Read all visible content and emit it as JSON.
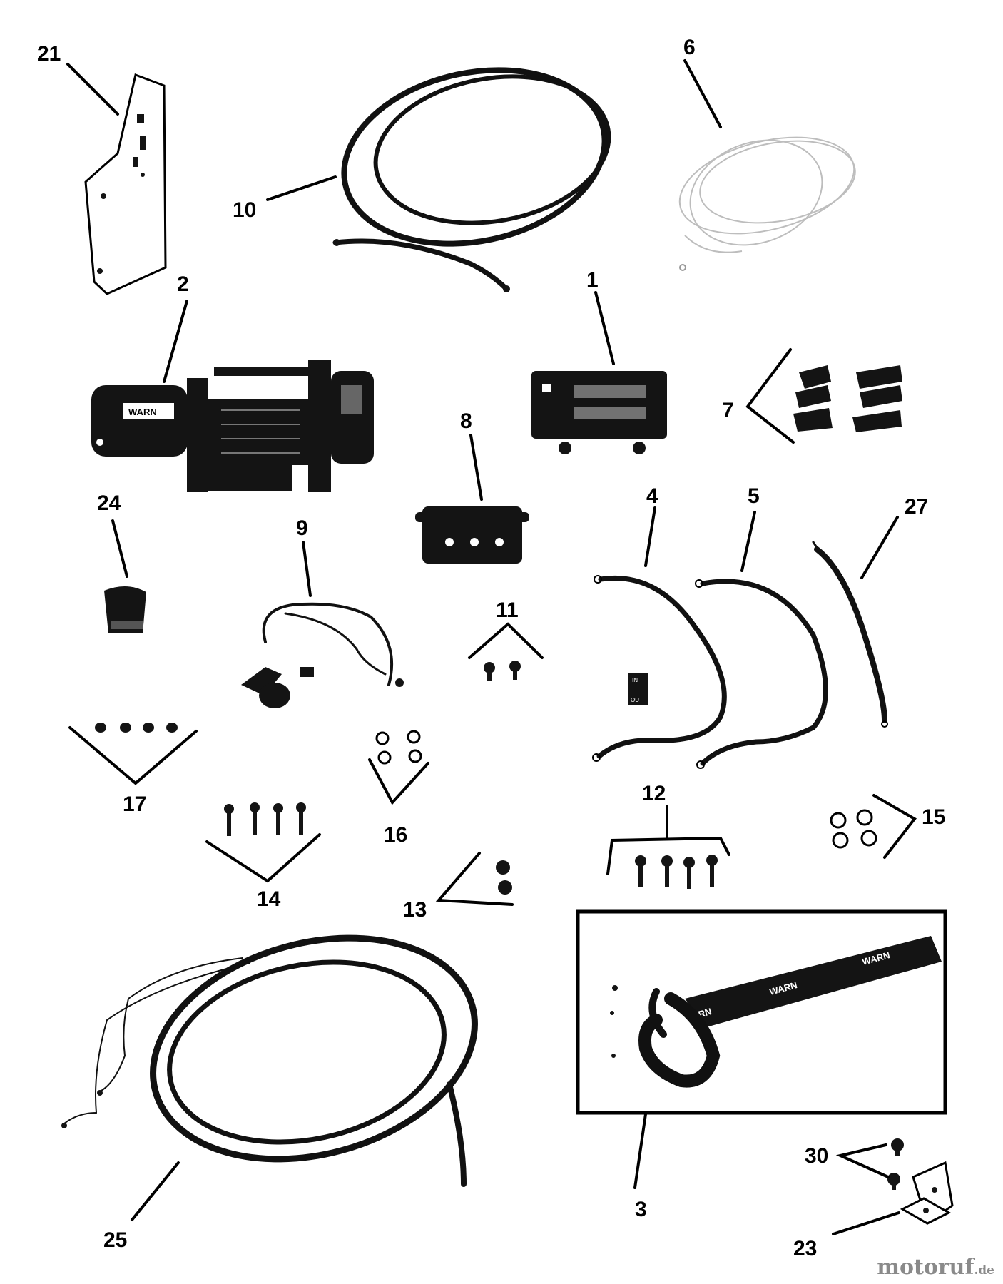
{
  "callouts": {
    "c1": "1",
    "c2": "2",
    "c3": "3",
    "c4": "4",
    "c5": "5",
    "c6": "6",
    "c7": "7",
    "c8": "8",
    "c9": "9",
    "c10": "10",
    "c11": "11",
    "c12": "12",
    "c13": "13",
    "c14": "14",
    "c15": "15",
    "c16": "16",
    "c17": "17",
    "c21": "21",
    "c23": "23",
    "c24": "24",
    "c25": "25",
    "c27": "27",
    "c30": "30"
  },
  "part_markings": {
    "winch_brand": "WARN",
    "strap_brand_1": "WARN",
    "strap_brand_2": "WARN",
    "strap_brand_3": "WARN",
    "switch_label_top": "IN",
    "switch_label_bottom": "OUT"
  },
  "watermark": {
    "text": "motoruf",
    "suffix": ".de"
  }
}
